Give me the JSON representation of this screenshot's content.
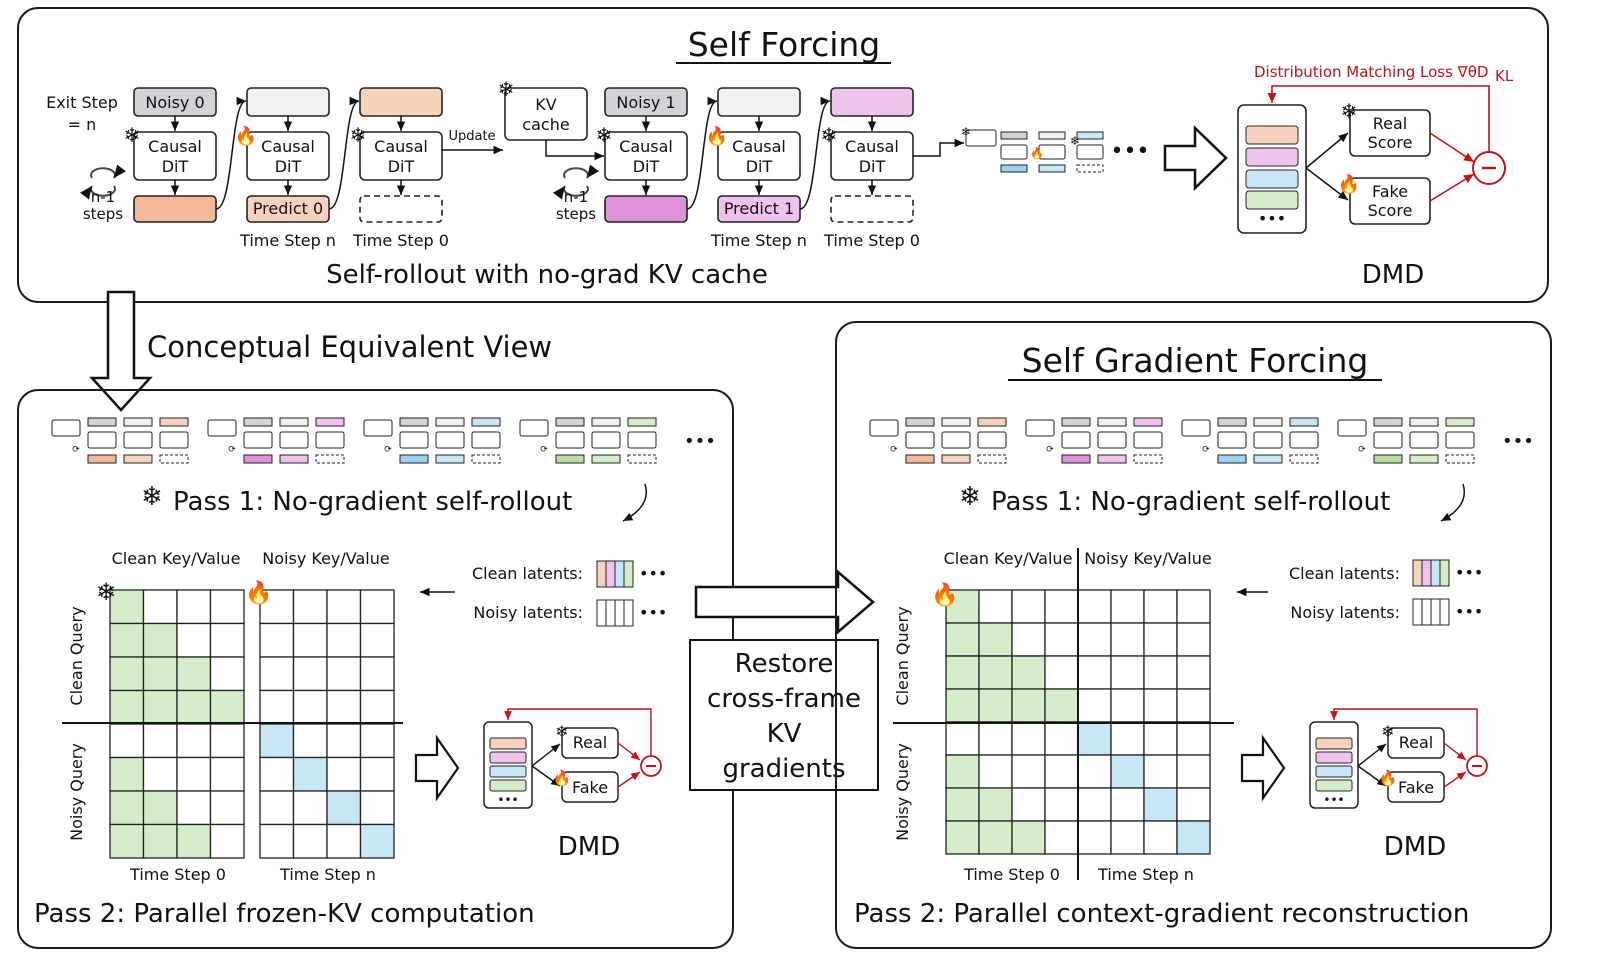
{
  "top_panel": {
    "title": "Self Forcing",
    "exit_step_line1": "Exit Step",
    "exit_step_line2": "= n",
    "loop_line1": "n-1",
    "loop_line2": "steps",
    "noisy0": "Noisy 0",
    "noisy1": "Noisy 1",
    "causal": "Causal",
    "dit": "DiT",
    "predict0": "Predict 0",
    "predict1": "Predict 1",
    "update": "Update",
    "kv_line1": "KV",
    "kv_line2": "cache",
    "time_step_n": "Time Step n",
    "time_step_0": "Time Step 0",
    "caption": "Self-rollout with no-grad KV cache",
    "ellipsis": "•••",
    "dmd_loss": "Distribution Matching Loss ∇θD",
    "dmd_loss_sub": "KL",
    "real_line1": "Real",
    "real_line2": "Score",
    "fake_line1": "Fake",
    "fake_line2": "Score",
    "dmd": "DMD"
  },
  "conceptual_label": "Conceptual Equivalent View",
  "left_panel": {
    "pass1": "Pass 1: No-gradient self-rollout",
    "clean_kv": "Clean Key/Value",
    "noisy_kv": "Noisy Key/Value",
    "clean_query": "Clean Query",
    "noisy_query": "Noisy Query",
    "time_step_0": "Time Step 0",
    "time_step_n": "Time Step n",
    "clean_latents": "Clean latents:",
    "noisy_latents": "Noisy latents:",
    "real": "Real",
    "fake": "Fake",
    "dmd": "DMD",
    "pass2": "Pass 2: Parallel frozen-KV computation"
  },
  "restore_box": {
    "line1": "Restore",
    "line2": "cross-frame",
    "line3": "KV",
    "line4": "gradients"
  },
  "right_panel": {
    "title": "Self Gradient Forcing",
    "pass1": "Pass 1: No-gradient self-rollout",
    "clean_kv": "Clean Key/Value",
    "noisy_kv": "Noisy Key/Value",
    "clean_query": "Clean Query",
    "noisy_query": "Noisy Query",
    "time_step_0": "Time Step 0",
    "time_step_n": "Time Step n",
    "clean_latents": "Clean latents:",
    "noisy_latents": "Noisy latents:",
    "real": "Real",
    "fake": "Fake",
    "dmd": "DMD",
    "pass2": "Pass 2: Parallel context-gradient reconstruction"
  },
  "colors": {
    "peach": "#f7d3bd",
    "peach_dark": "#f2b99a",
    "pink": "#efc3ee",
    "pink_dark": "#dd93dc",
    "blue": "#c7e6f6",
    "blue_dark": "#9fd2ee",
    "green": "#d5eccb",
    "green_dark": "#b9dfa5",
    "gray": "#d1d3d6",
    "light": "#f1f2f3",
    "red": "#c0141a"
  }
}
